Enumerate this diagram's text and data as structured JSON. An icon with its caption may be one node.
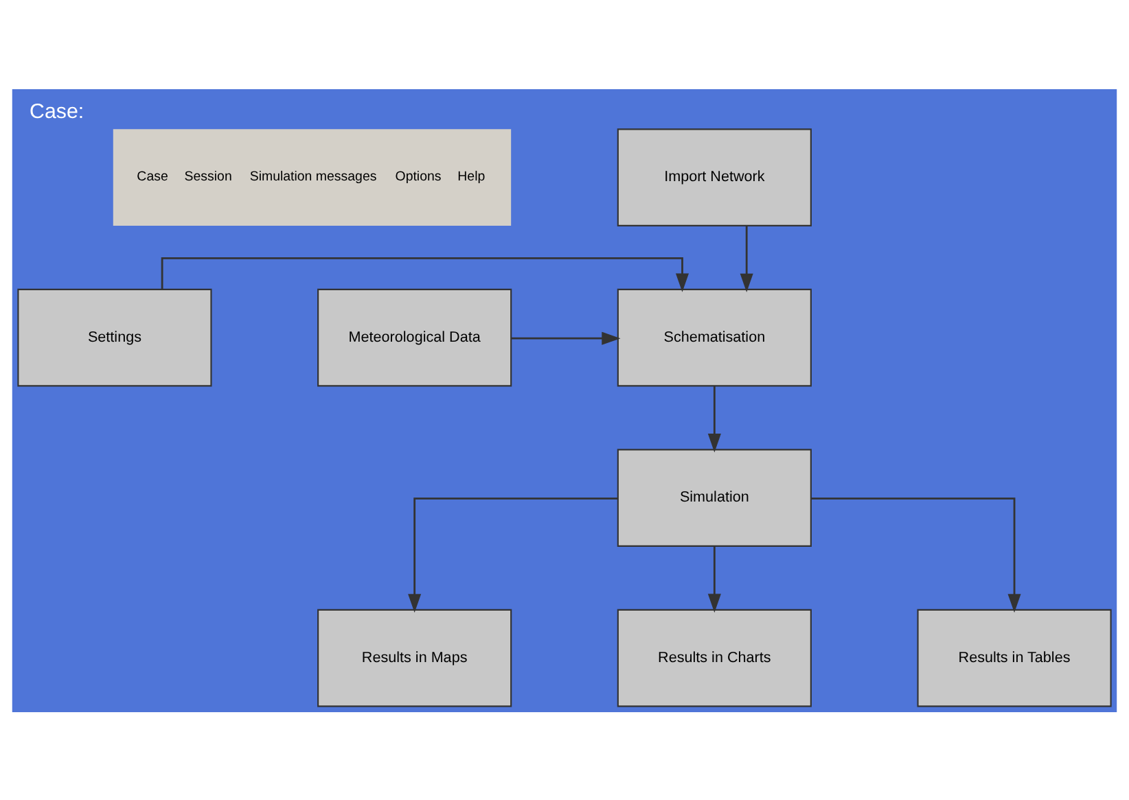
{
  "diagram": {
    "title": "Case:",
    "nodes": [
      {
        "text": [
          "Import Network"
        ]
      },
      {
        "text": [
          "Settings"
        ]
      },
      {
        "text": [
          "Schematisation"
        ]
      },
      {
        "text": [
          "Meteorological Data"
        ]
      },
      {
        "text": [
          "Simulation"
        ]
      },
      {
        "text": [
          "Results in Maps"
        ]
      },
      {
        "text": [
          "Results in Charts"
        ]
      },
      {
        "text": [
          "Results in Tables"
        ]
      }
    ],
    "edges": [
      {
        "from": 0,
        "to": 2,
        "arrow": "to"
      },
      {
        "from": 1,
        "to": 2,
        "arrow": "to"
      },
      {
        "from": 3,
        "to": 2,
        "arrow": "to"
      },
      {
        "from": 2,
        "to": 4,
        "arrow": "to"
      },
      {
        "from": 4,
        "to": 5,
        "arrow": "to"
      },
      {
        "from": 4,
        "to": 6,
        "arrow": "to"
      },
      {
        "from": 4,
        "to": 7,
        "arrow": "to"
      }
    ],
    "labels": [
      "Case",
      "Session",
      "Simulation messages",
      "Options",
      "Help"
    ]
  }
}
